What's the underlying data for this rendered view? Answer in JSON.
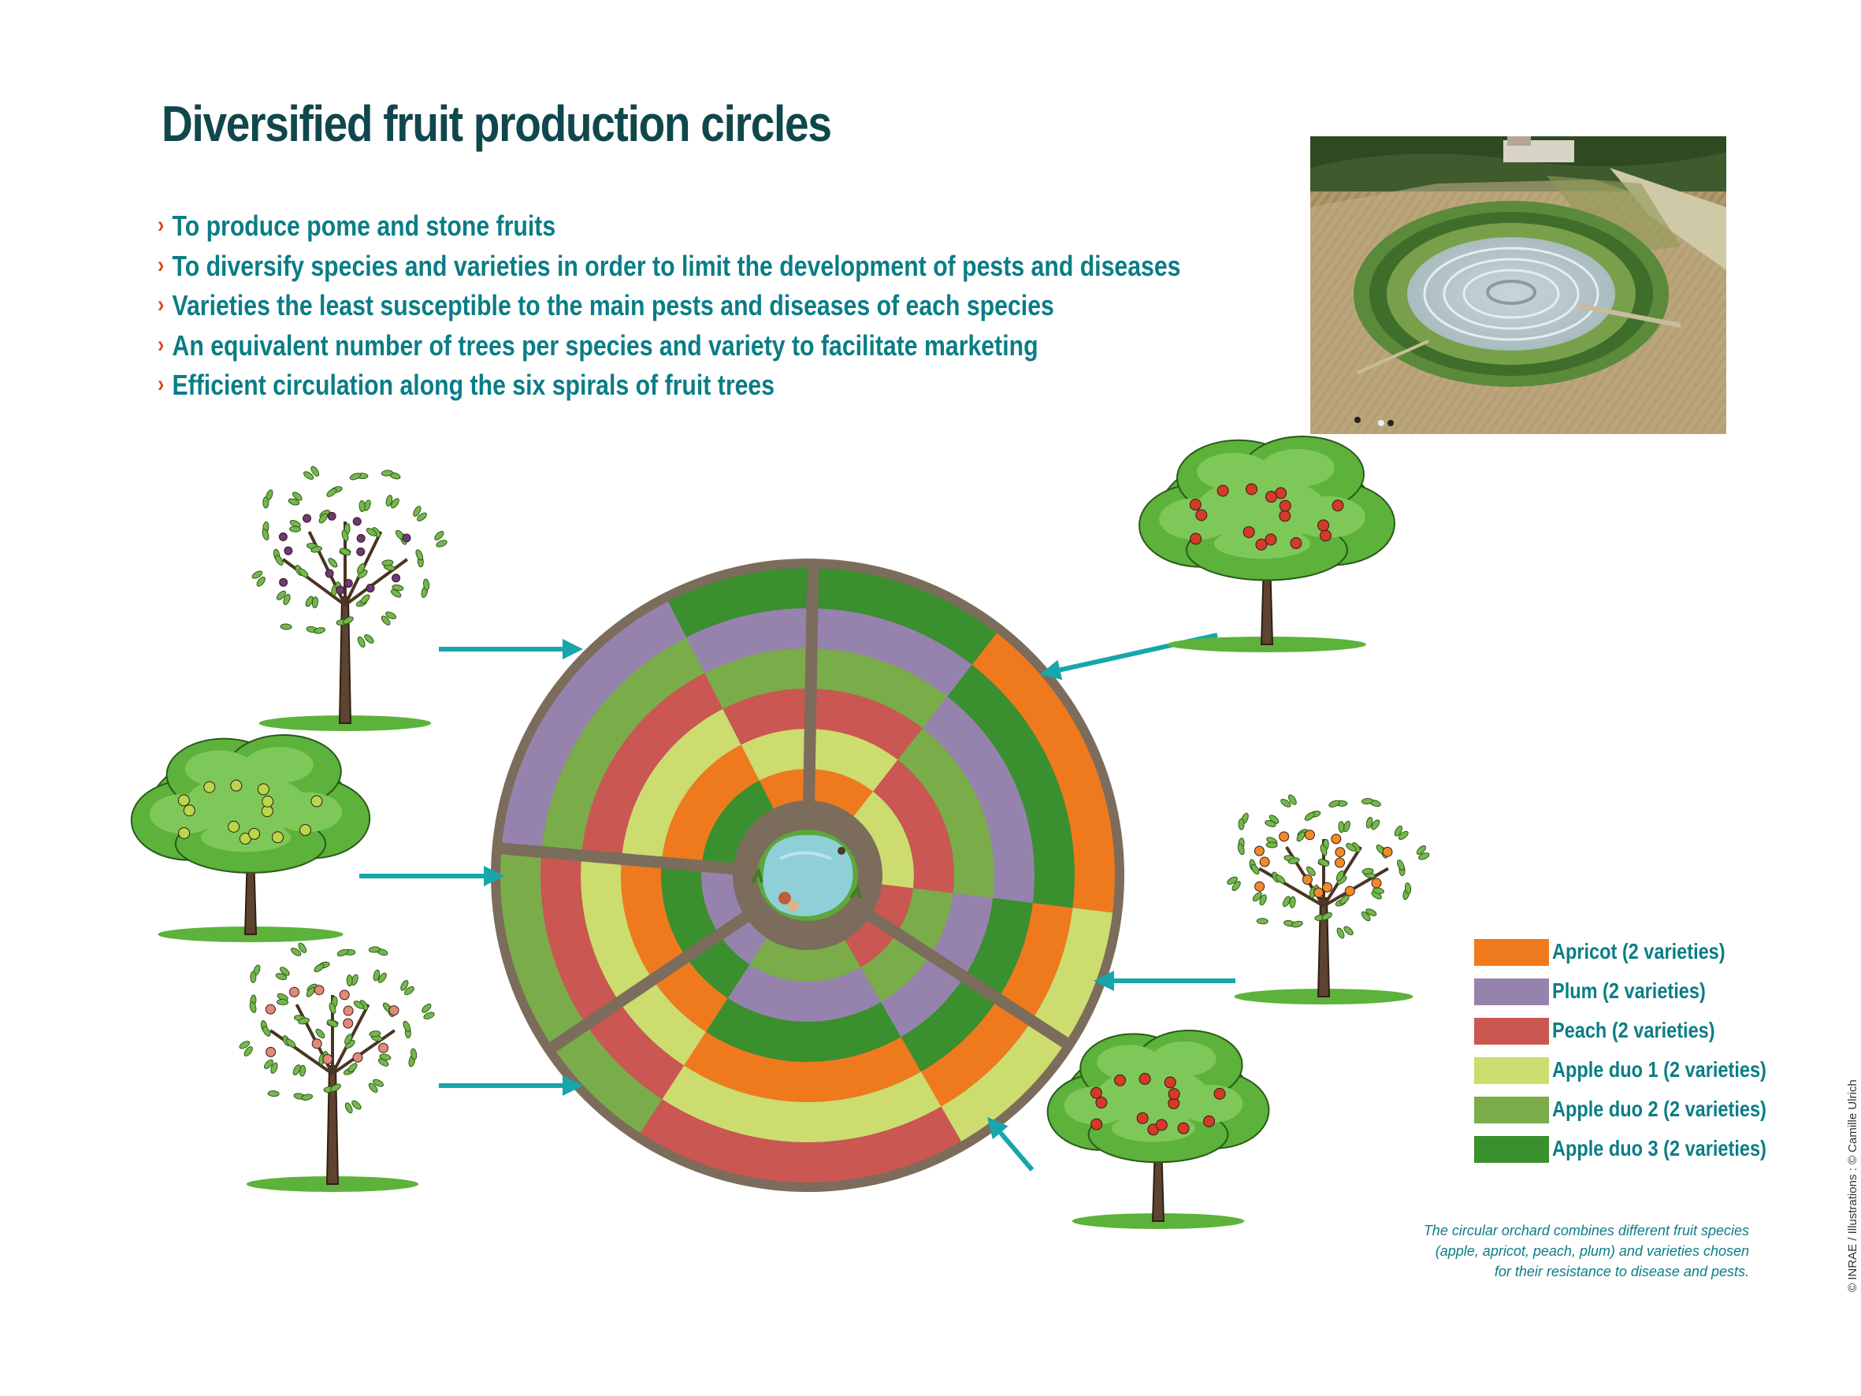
{
  "title": "Diversified fruit production circles",
  "bullets": [
    "To produce pome and stone fruits",
    "To diversify species and varieties in order to limit the development of pests and diseases",
    "Varieties the least susceptible to the main pests and diseases of each species",
    "An equivalent number of trees per species and variety to facilitate marketing",
    "Efficient circulation along the six spirals of fruit trees"
  ],
  "bullet_marker": "›",
  "legend": [
    {
      "label": "Apricot (2 varieties)",
      "color": "#ef7a1e"
    },
    {
      "label": "Plum (2 varieties)",
      "color": "#9683ad"
    },
    {
      "label": "Peach (2 varieties)",
      "color": "#ca5751"
    },
    {
      "label": "Apple duo 1  (2 varieties)",
      "color": "#cddc6e"
    },
    {
      "label": "Apple duo 2  (2 varieties)",
      "color": "#7aad4a"
    },
    {
      "label": "Apple duo 3  (2 varieties)",
      "color": "#3a8f2e"
    }
  ],
  "caption": [
    "The circular orchard combines different fruit species",
    "(apple, apricot, peach, plum) and varieties chosen",
    "for their resistance to disease and pests."
  ],
  "credit": "© INRAE / Illustrations : © Camille Ulrich",
  "colors": {
    "title": "#10474c",
    "text": "#0a7d86",
    "chevron": "#d84a1c",
    "arrow": "#16a6ab",
    "path": "#7c6c5c",
    "pond": "#8fd0d8"
  },
  "rings": {
    "comment_order": "inner to outer",
    "sectors": [
      [
        "apple3",
        "apricot",
        "apple1",
        "peach",
        "apple2",
        "plum"
      ],
      [
        "apricot",
        "apple1",
        "peach",
        "apple2",
        "plum",
        "apple3"
      ],
      [
        "apple1",
        "peach",
        "apple2",
        "plum",
        "apple3",
        "apricot"
      ],
      [
        "peach",
        "apple2",
        "plum",
        "apple3",
        "apricot",
        "apple1"
      ],
      [
        "apple2",
        "plum",
        "apple3",
        "apricot",
        "apple1",
        "peach"
      ],
      [
        "plum",
        "apple3",
        "apricot",
        "apple1",
        "peach",
        "apple2"
      ]
    ]
  },
  "icons": [
    "plum-tree-icon",
    "apple-tree-red-icon",
    "greengage-tree-icon",
    "apricot-tree-icon",
    "peach-tree-icon",
    "apple-tree-small-icon",
    "pond-icon",
    "aerial-photo"
  ]
}
